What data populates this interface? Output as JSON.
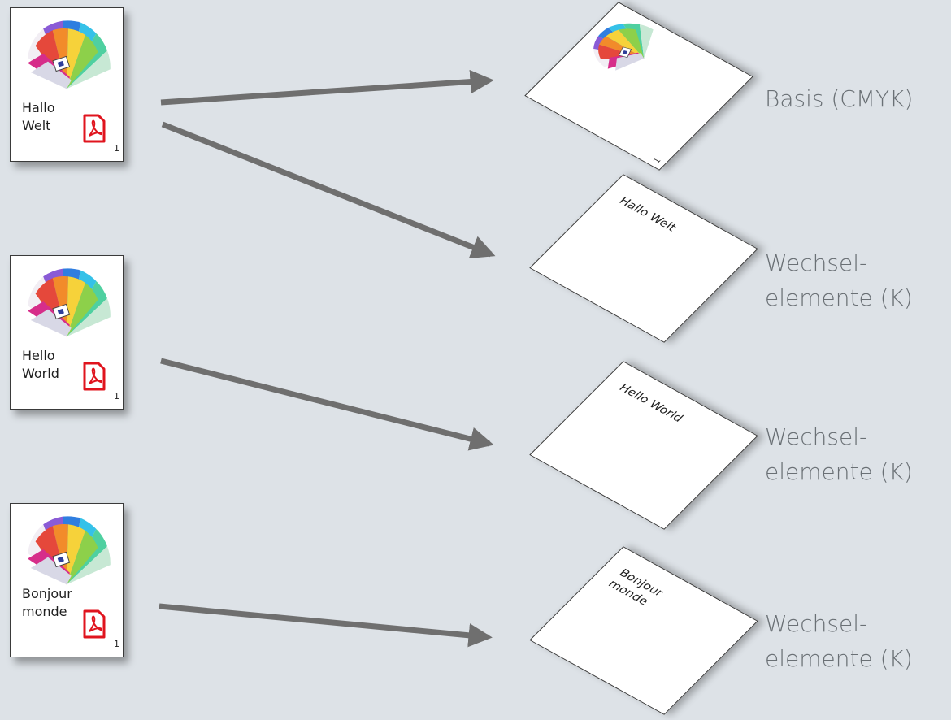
{
  "source_documents": [
    {
      "label": "Hallo Welt",
      "page_number": "1",
      "icon": "pdf-icon"
    },
    {
      "label": "Hello World",
      "page_number": "1",
      "icon": "pdf-icon"
    },
    {
      "label": "Bonjour monde",
      "page_number": "1",
      "icon": "pdf-icon"
    }
  ],
  "layers": [
    {
      "sheet_text": "",
      "page_number": "1",
      "label": "Basis (CMYK)"
    },
    {
      "sheet_text": "Hallo Welt",
      "label_line1": "Wechsel-",
      "label_line2": "elemente (K)"
    },
    {
      "sheet_text": "Hello World",
      "label_line1": "Wechsel-",
      "label_line2": "elemente (K)"
    },
    {
      "sheet_text": "Bonjour\nmonde",
      "label_line1": "Wechsel-",
      "label_line2": "elemente (K)"
    }
  ],
  "colors": {
    "background": "#dde2e7",
    "arrow": "#6f6f6f",
    "pdf_red": "#e0141e",
    "label_gray": "#6a7075"
  }
}
